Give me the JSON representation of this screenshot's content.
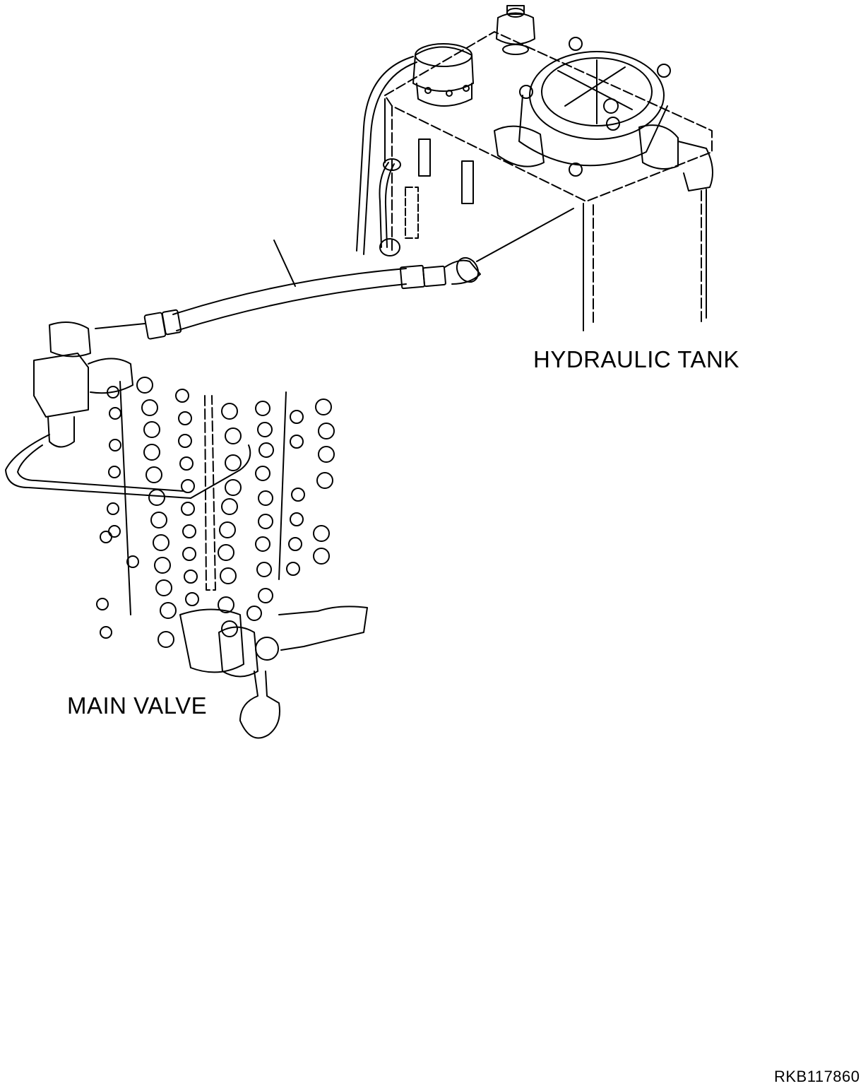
{
  "labels": {
    "hydraulic_tank": "HYDRAULIC TANK",
    "main_valve": "MAIN VALVE",
    "drawing_code": "RKB117860"
  },
  "colors": {
    "line": "#000000",
    "background": "#ffffff"
  }
}
